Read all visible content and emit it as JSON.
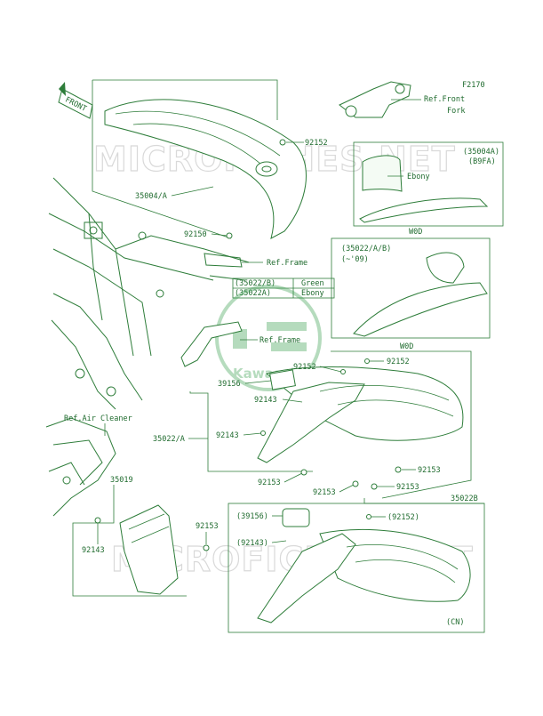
{
  "figure_code": "F2170",
  "front_label": "FRONT",
  "watermark": "MICROFICHES.NET",
  "logo_text": "Kawasaki",
  "labels": {
    "ref_front_fork": "Ref.Front",
    "ref_front_fork_2": "Fork",
    "p92152_top": "92152",
    "p35004_a": "35004/A",
    "p92150": "92150",
    "ref_frame_1": "Ref.Frame",
    "ref_frame_2": "Ref.Frame",
    "p35004a_b9fa": "(35004A)",
    "b9fa": "(B9FA)",
    "ebony_1": "Ebony",
    "w0d_1": "W0D",
    "p35022_ab": "(35022/A/B)",
    "p09": "(~'09)",
    "w0d_2": "W0D",
    "p92152_mid": "92152",
    "p92152_right": "92152",
    "p39156": "39156",
    "p92143_mid": "92143",
    "p35022_a": "35022/A",
    "p92143_left": "92143",
    "p92153_a": "92153",
    "p92153_b": "92153",
    "p92153_c": "92153",
    "p92153_d": "92153",
    "ref_air_cleaner": "Ref.Air Cleaner",
    "p35019": "35019",
    "p92143_low": "92143",
    "p92153_low": "92153",
    "p35022b": "35022B",
    "p39156_paren": "(39156)",
    "p92143_paren": "(92143)",
    "p92152_paren": "(92152)",
    "cn": "(CN)"
  },
  "color_table": {
    "rows": [
      {
        "part": "(35022/B)",
        "color": "Green"
      },
      {
        "part": "(35022A)",
        "color": "Ebony"
      }
    ]
  },
  "colors": {
    "line": "#2e7d3a",
    "text": "#1f6b2e",
    "watermark": "#d9d9d9"
  }
}
